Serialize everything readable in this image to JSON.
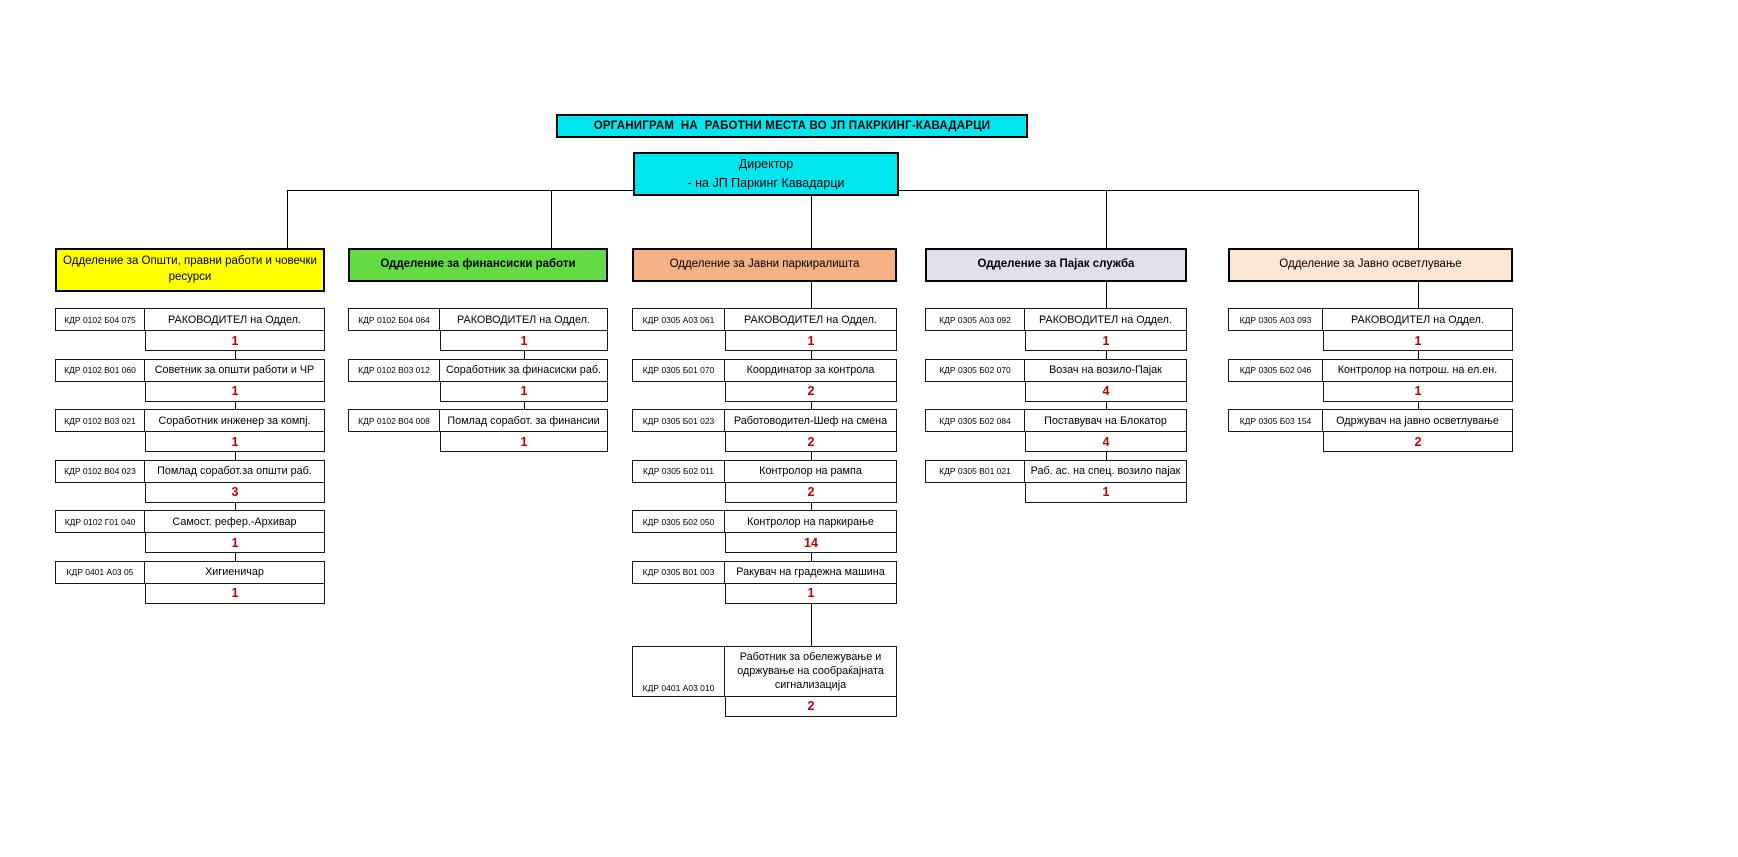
{
  "title": {
    "text": "ОРГАНИГРАМ  НА  РАБОТНИ МЕСТА ВО ЈП ПАКРКИНГ-КАВАДАРЦИ",
    "bg": "#00E6EF"
  },
  "director": {
    "line1": "Директор",
    "line2": "- на ЈП Паркинг Кавадарци",
    "bg": "#00E6EF"
  },
  "count_color": "#C00000",
  "line_color": "#000000",
  "departments": [
    {
      "name": "Одделение за Општи, правни работи и човечки ресурси",
      "color": "#FFFF00",
      "bold": false,
      "positions": [
        {
          "code": "КДР 0102 Б04 075",
          "title": "РАКОВОДИТЕЛ на Оддел.",
          "count": "1"
        },
        {
          "code": "КДР 0102 В01 060",
          "title": "Советник за општи работи и ЧР",
          "count": "1"
        },
        {
          "code": "КДР 0102 В03 021",
          "title": "Соработник инженер за компј.",
          "count": "1"
        },
        {
          "code": "КДР 0102 В04 023",
          "title": "Помлад соработ.за општи раб.",
          "count": "3"
        },
        {
          "code": "КДР 0102 Г01 040",
          "title": "Самост. рефер.-Архивар",
          "count": "1"
        },
        {
          "code": "КДР 0401 А03 05",
          "title": "Хигиеничар",
          "count": "1"
        }
      ]
    },
    {
      "name": "Одделение за финансиски работи",
      "color": "#62DB45",
      "bold": true,
      "positions": [
        {
          "code": "КДР 0102 Б04 064",
          "title": "РАКОВОДИТЕЛ на Оддел.",
          "count": "1"
        },
        {
          "code": "КДР 0102 В03 012",
          "title": "Соработник за финасиски раб.",
          "count": "1"
        },
        {
          "code": "КДР 0102 В04 008",
          "title": "Помлад соработ. за финансии",
          "count": "1"
        }
      ]
    },
    {
      "name": "Одделение за Јавни паркиралишта",
      "color": "#F4B183",
      "bold": false,
      "positions": [
        {
          "code": "КДР 0305 А03 061",
          "title": "РАКОВОДИТЕЛ на Оддел.",
          "count": "1"
        },
        {
          "code": "КДР 0305 Б01 070",
          "title": "Координатор за контрола",
          "count": "2"
        },
        {
          "code": "КДР 0305 Б01 023",
          "title": "Работоводител-Шеф на смена",
          "count": "2"
        },
        {
          "code": "КДР 0305 Б02 011",
          "title": "Контролор на рампа",
          "count": "2"
        },
        {
          "code": "КДР 0305 Б02 050",
          "title": "Контролор на паркирање",
          "count": "14"
        },
        {
          "code": "КДР 0305 В01 003",
          "title": "Ракувач на градежна машина",
          "count": "1"
        },
        {
          "code": "КДР 0401 А03 010",
          "title": "Работник за обележување и одржување на сообраќајната сигнализација",
          "count": "2"
        }
      ]
    },
    {
      "name": "Одделение за Пајак служба",
      "color": "#E2DEEC",
      "bold": true,
      "positions": [
        {
          "code": "КДР 0305 А03 092",
          "title": "РАКОВОДИТЕЛ на Оддел.",
          "count": "1"
        },
        {
          "code": "КДР 0305 Б02 070",
          "title": "Возач на возило-Пајак",
          "count": "4"
        },
        {
          "code": "КДР 0305 Б02 084",
          "title": "Поставувач на Блокатор",
          "count": "4"
        },
        {
          "code": "КДР 0305 В01 021",
          "title": "Раб. ас. на спец. возило пајак",
          "count": "1"
        }
      ]
    },
    {
      "name": "Одделение за Јавно осветлување",
      "color": "#FCE6D4",
      "bold": false,
      "positions": [
        {
          "code": "КДР 0305 А03 093",
          "title": "РАКОВОДИТЕЛ на Оддел.",
          "count": "1"
        },
        {
          "code": "КДР 0305 Б02 046",
          "title": "Контролор на потрош. на ел.ен.",
          "count": "1"
        },
        {
          "code": "КДР 0305 Б03 154",
          "title": "Одржувач на јавно осветлување",
          "count": "2"
        }
      ]
    }
  ]
}
